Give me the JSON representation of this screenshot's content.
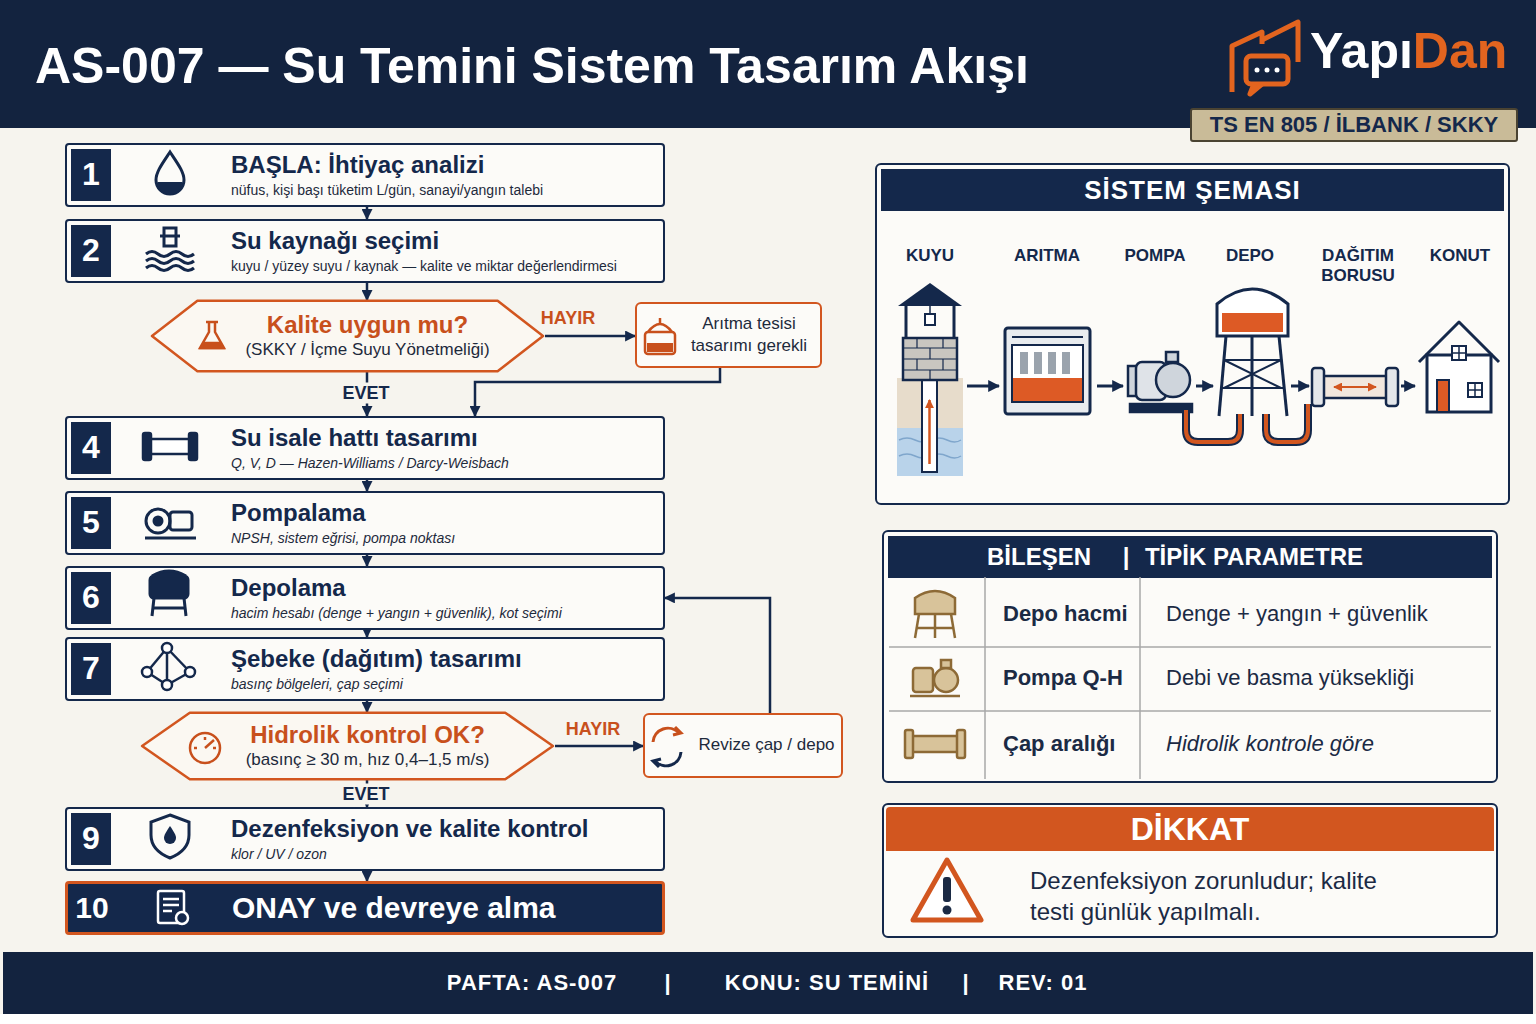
{
  "diagram": {
    "title": "AS-007 — Su Temini Sistem Tasarım Akışı",
    "nodes": [
      {
        "text": [
          "TS EN 805 / İLBANK / SKKY"
        ]
      },
      {
        "text": [
          "1",
          "BAŞLA: İhtiyaç analizi",
          "nüfus, kişi başı tüketim L/gün, sanayi/yangın talebi"
        ]
      },
      {
        "text": [
          "2",
          "Su kaynağı seçimi",
          "kuyu / yüzey suyu / kaynak — kalite ve miktar değerlendirmesi"
        ]
      },
      {
        "text": [
          "Kalite uygun mu?",
          "(SKKY / İçme Suyu Yönetmeliği)"
        ]
      },
      {
        "text": [
          "Arıtma tesisi tasarımı gerekli"
        ]
      },
      {
        "text": [
          "4",
          "Su isale hattı tasarımı",
          "Q, V, D — Hazen-Williams / Darcy-Weisbach"
        ]
      },
      {
        "text": [
          "5",
          "Pompalama",
          "NPSH, sistem eğrisi, pompa noktası"
        ]
      },
      {
        "text": [
          "6",
          "Depolama",
          "hacim hesabı (denge + yangın + güvenlik), kot seçimi"
        ]
      },
      {
        "text": [
          "7",
          "Şebeke (dağıtım) tasarımı",
          "basınç bölgeleri, çap seçimi"
        ]
      },
      {
        "text": [
          "Hidrolik kontrol OK?",
          "(basınç ≥ 30 m, hız 0,4–1,5 m/s)"
        ]
      },
      {
        "text": [
          "Revize çap / depo"
        ]
      },
      {
        "text": [
          "9",
          "Dezenfeksiyon ve kalite kontrol",
          "klor / UV / ozon"
        ]
      },
      {
        "text": [
          "10",
          "ONAY ve devreye alma"
        ]
      },
      {
        "text": [
          "SİSTEM ŞEMASI"
        ]
      },
      {
        "text": [
          "BİLEŞEN",
          "|",
          "TİPİK PARAMETRE"
        ]
      },
      {
        "text": [
          "DİKKAT",
          "Dezenfeksiyon zorunludur; kalite testi günlük yapılmalı."
        ]
      },
      {
        "text": [
          "PAFTA: AS-007",
          "|",
          "KONU: SU TEMİNİ",
          "|",
          "REV: 01"
        ]
      }
    ],
    "edges": [
      {
        "from": 1,
        "to": 2,
        "arrow": "to"
      },
      {
        "from": 2,
        "to": 3,
        "arrow": "to"
      },
      {
        "from": 3,
        "to": 4,
        "label": "HAYIR",
        "arrow": "to"
      },
      {
        "from": 3,
        "to": 5,
        "label": "EVET",
        "arrow": "to"
      },
      {
        "from": 4,
        "to": 5,
        "arrow": "to"
      },
      {
        "from": 5,
        "to": 6,
        "arrow": "to"
      },
      {
        "from": 6,
        "to": 7,
        "arrow": "to"
      },
      {
        "from": 7,
        "to": 8,
        "arrow": "to"
      },
      {
        "from": 8,
        "to": 9,
        "arrow": "to"
      },
      {
        "from": 9,
        "to": 10,
        "label": "HAYIR",
        "arrow": "to"
      },
      {
        "from": 10,
        "to": 7,
        "arrow": "to"
      },
      {
        "from": 9,
        "to": 11,
        "label": "EVET",
        "arrow": "to"
      },
      {
        "from": 11,
        "to": 12,
        "arrow": "to"
      }
    ],
    "labels": [
      "Yapı",
      "Dan",
      "KUYU",
      "ARITMA",
      "POMPA",
      "DEPO",
      "DAĞITIM BORUSU",
      "KONUT",
      "Depo hacmi",
      "Denge + yangın + güvenlik",
      "Pompa Q-H",
      "Debi ve basma yüksekliği",
      "Çap aralığı",
      "Hidrolik kontrole göre"
    ]
  }
}
